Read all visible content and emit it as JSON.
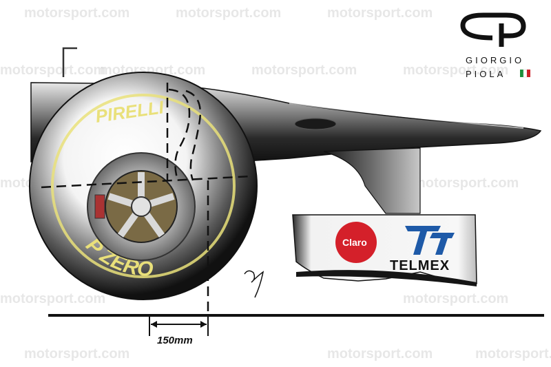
{
  "watermark": "motorsport.com",
  "logo": {
    "line1": "GIORGIO",
    "line2": "PIOLA"
  },
  "tyre": {
    "brand": "PIRELLI",
    "model": "P ZERO"
  },
  "sponsors": {
    "claro": "Claro",
    "telmex": "TELMEX"
  },
  "dimension": {
    "label": "150mm"
  },
  "colors": {
    "tyre_band": "#e9e07a",
    "claro_red": "#d4202a",
    "telmex_blue": "#1e5aa8",
    "flag_green": "#1a8f3a",
    "flag_red": "#cc2229"
  }
}
